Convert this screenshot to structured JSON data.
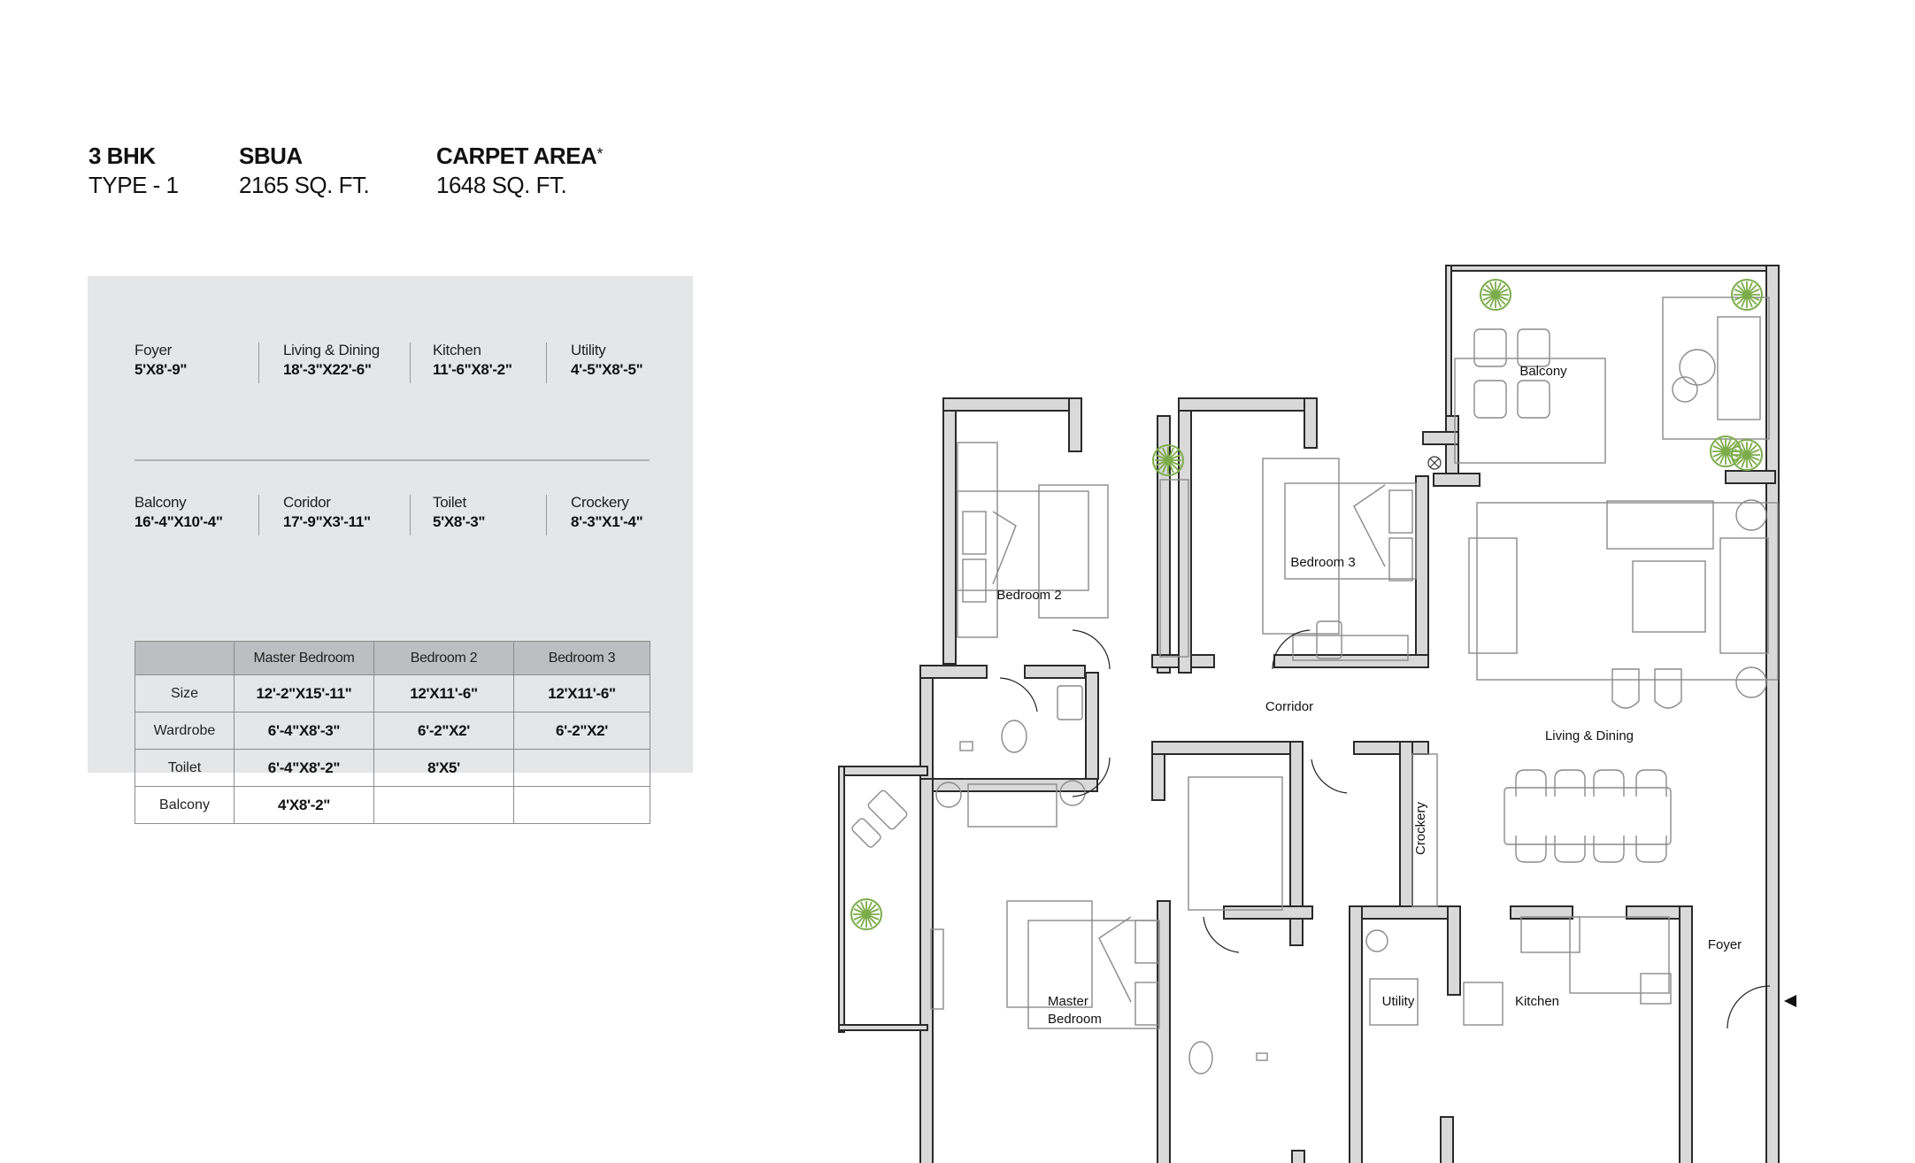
{
  "header": {
    "unit_type": {
      "title": "3 BHK",
      "subtitle": "TYPE - 1"
    },
    "sbua": {
      "title": "SBUA",
      "subtitle": "2165 SQ. FT."
    },
    "carpet_area": {
      "title": "CARPET AREA",
      "asterisk": "*",
      "subtitle": "1648 SQ. FT."
    }
  },
  "specs": {
    "row1": [
      {
        "label": "Foyer",
        "value": "5'X8'-9\""
      },
      {
        "label": "Living & Dining",
        "value": "18'-3\"X22'-6\""
      },
      {
        "label": "Kitchen",
        "value": "11'-6\"X8'-2\""
      },
      {
        "label": "Utility",
        "value": "4'-5\"X8'-5\""
      }
    ],
    "row2": [
      {
        "label": "Balcony",
        "value": "16'-4\"X10'-4\""
      },
      {
        "label": "Coridor",
        "value": "17'-9\"X3'-11\""
      },
      {
        "label": "Toilet",
        "value": "5'X8'-3\""
      },
      {
        "label": "Crockery",
        "value": "8'-3\"X1'-4\""
      }
    ]
  },
  "room_table": {
    "columns": [
      "",
      "Master Bedroom",
      "Bedroom 2",
      "Bedroom 3"
    ],
    "rows": [
      {
        "label": "Size",
        "values": [
          "12'-2\"X15'-11\"",
          "12'X11'-6\"",
          "12'X11'-6\""
        ]
      },
      {
        "label": "Wardrobe",
        "values": [
          "6'-4\"X8'-3\"",
          "6'-2\"X2'",
          "6'-2\"X2'"
        ]
      },
      {
        "label": "Toilet",
        "values": [
          "6'-4\"X8'-2\"",
          "8'X5'",
          ""
        ]
      },
      {
        "label": "Balcony",
        "values": [
          "4'X8'-2\"",
          "",
          ""
        ]
      }
    ]
  },
  "floor_plan": {
    "labels": {
      "balcony": "Balcony",
      "bedroom2": "Bedroom 2",
      "bedroom3": "Bedroom 3",
      "corridor": "Corridor",
      "living_dining": "Living & Dining",
      "crockery": "Crockery",
      "master_line1": "Master",
      "master_line2": "Bedroom",
      "utility": "Utility",
      "kitchen": "Kitchen",
      "foyer": "Foyer"
    },
    "colors": {
      "wall_fill": "#d9d9d9",
      "wall_stroke": "#2a2a2a",
      "plant": "#7cac4a",
      "furniture": "#8a8a8a",
      "panel": "#e5e6e8",
      "table_header": "#bdbec1"
    }
  }
}
